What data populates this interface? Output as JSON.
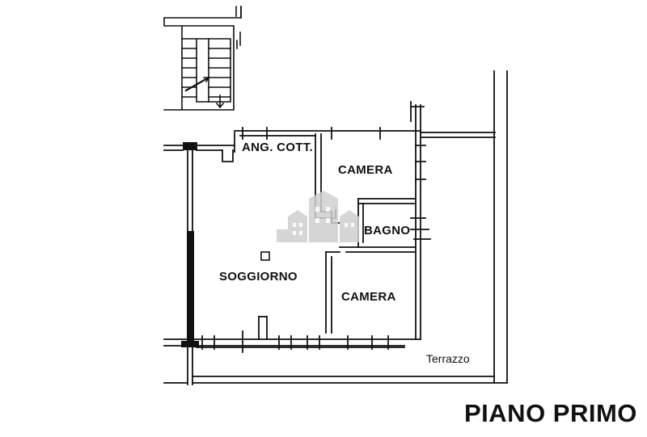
{
  "plan": {
    "floor_label": "PIANO PRIMO",
    "rooms": {
      "kitchenette": "ANG. COTT.",
      "bedroom_top": "CAMERA",
      "bathroom": "BAGNO",
      "living_room": "SOGGIORNO",
      "bedroom_bottom": "CAMERA",
      "terrace": "Terrazzo"
    }
  },
  "colors": {
    "ink": "#111111",
    "watermark": "#d0d0d0",
    "background": "#ffffff"
  },
  "icons": {
    "watermark": "house-logo-icon",
    "stair": "staircase-icon"
  }
}
